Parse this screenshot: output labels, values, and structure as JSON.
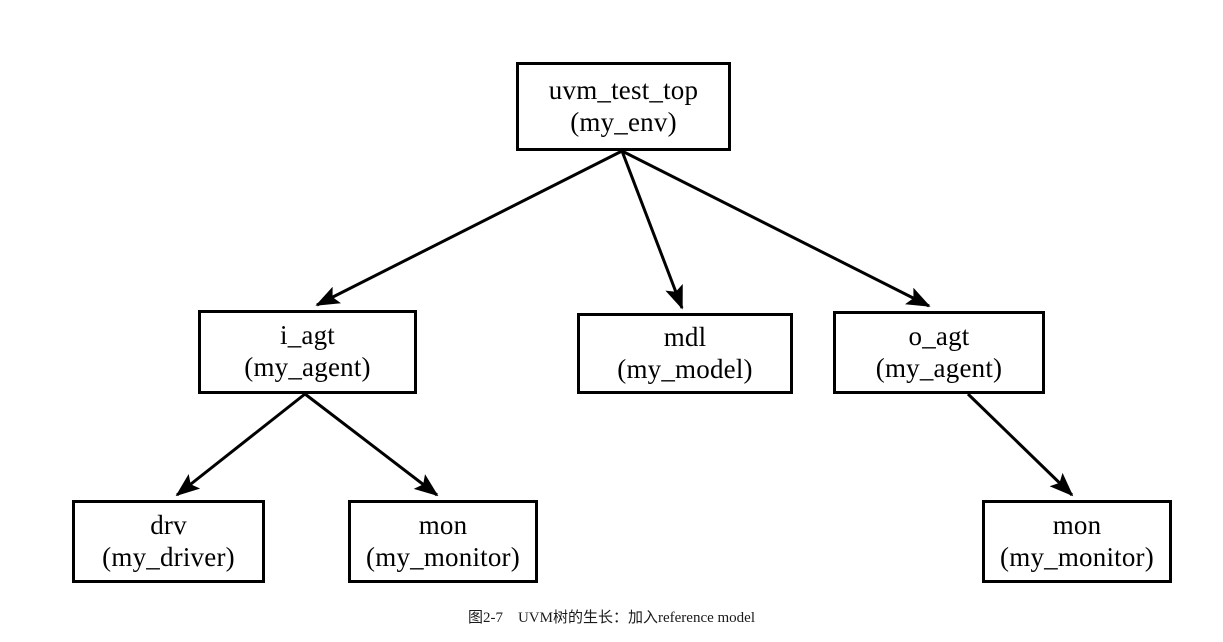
{
  "figure": {
    "caption": "图2-7　UVM树的生长：加入reference model",
    "caption_label": "图2-7",
    "caption_text": "UVM树的生长：加入reference model",
    "background_color": "#ffffff",
    "line_color": "#000000",
    "box_fill": "#ffffff"
  },
  "nodes": {
    "root": {
      "name": "uvm_test_top",
      "type": "(my_env)"
    },
    "iagt": {
      "name": "i_agt",
      "type": "(my_agent)"
    },
    "mdl": {
      "name": "mdl",
      "type": "(my_model)"
    },
    "oagt": {
      "name": "o_agt",
      "type": "(my_agent)"
    },
    "drv": {
      "name": "drv",
      "type": "(my_driver)"
    },
    "mon1": {
      "name": "mon",
      "type": "(my_monitor)"
    },
    "mon2": {
      "name": "mon",
      "type": "(my_monitor)"
    }
  },
  "edges": [
    {
      "from": "root",
      "to": "iagt"
    },
    {
      "from": "root",
      "to": "mdl"
    },
    {
      "from": "root",
      "to": "oagt"
    },
    {
      "from": "iagt",
      "to": "drv"
    },
    {
      "from": "iagt",
      "to": "mon1"
    },
    {
      "from": "oagt",
      "to": "mon2"
    }
  ]
}
